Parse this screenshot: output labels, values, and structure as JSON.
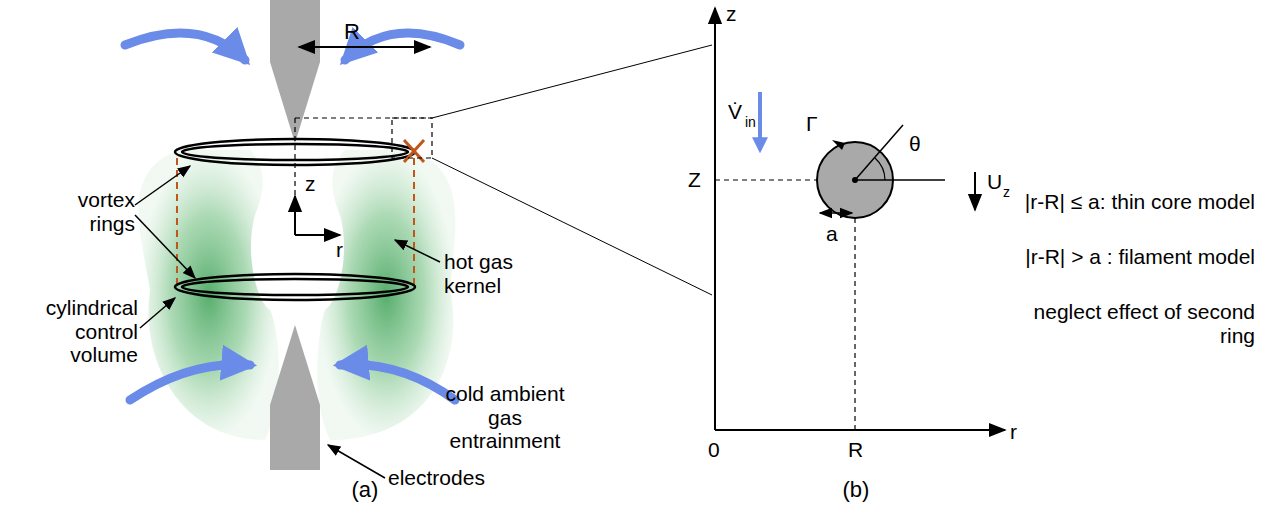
{
  "diagram": {
    "labels": [
      "R",
      "z",
      "r",
      "vortex rings",
      "hot gas kernel",
      "cylindrical control volume",
      "cold ambient gas entrainment",
      "electrodes",
      "(a)",
      "z",
      "V̇",
      "in",
      "Γ",
      "θ",
      "Z",
      "U",
      "z",
      "a",
      "|r-R| ≤ a: thin core model",
      "|r-R| > a : filament model",
      "neglect effect of second ring",
      "0",
      "R",
      "r",
      "(b)"
    ]
  }
}
